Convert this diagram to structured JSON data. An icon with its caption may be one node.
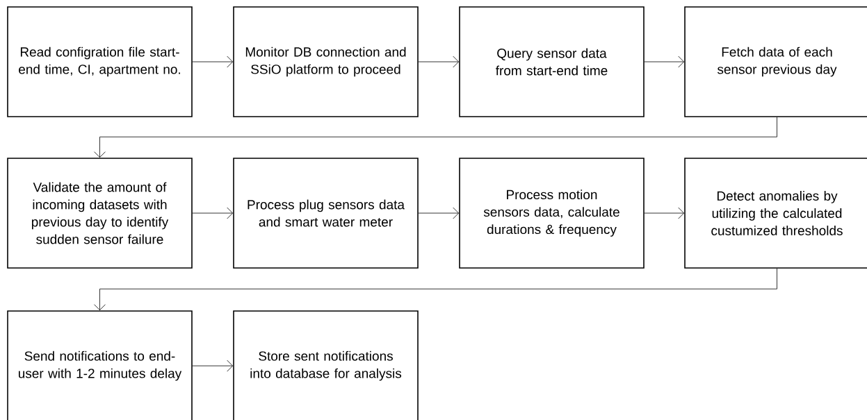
{
  "diagram": {
    "nodes": [
      {
        "text": [
          "Read configration file start-end time, CI, apartment no."
        ]
      },
      {
        "text": [
          "Monitor DB connection and SSiO platform to proceed"
        ]
      },
      {
        "text": [
          "Query sensor data from start-end time"
        ]
      },
      {
        "text": [
          "Fetch data of each sensor  previous day"
        ]
      },
      {
        "text": [
          "Validate the amount of incoming datasets with previous day to identify sudden sensor failure"
        ]
      },
      {
        "text": [
          "Process plug sensors data and smart water meter"
        ]
      },
      {
        "text": [
          "Process motion sensors data, calculate durations & frequency"
        ]
      },
      {
        "text": [
          "Detect anomalies by utilizing the calculated custumized thresholds"
        ]
      },
      {
        "text": [
          "Send notifications to end-user with 1-2 minutes delay"
        ]
      },
      {
        "text": [
          "Store sent notifications into database for analysis"
        ]
      }
    ],
    "edges": [
      {
        "from": 0,
        "to": 1,
        "arrow": "to"
      },
      {
        "from": 1,
        "to": 2,
        "arrow": "to"
      },
      {
        "from": 2,
        "to": 3,
        "arrow": "to"
      },
      {
        "from": 3,
        "to": 4,
        "arrow": "to"
      },
      {
        "from": 4,
        "to": 5,
        "arrow": "to"
      },
      {
        "from": 5,
        "to": 6,
        "arrow": "to"
      },
      {
        "from": 6,
        "to": 7,
        "arrow": "to"
      },
      {
        "from": 7,
        "to": 8,
        "arrow": "to"
      },
      {
        "from": 8,
        "to": 9,
        "arrow": "to"
      }
    ]
  }
}
